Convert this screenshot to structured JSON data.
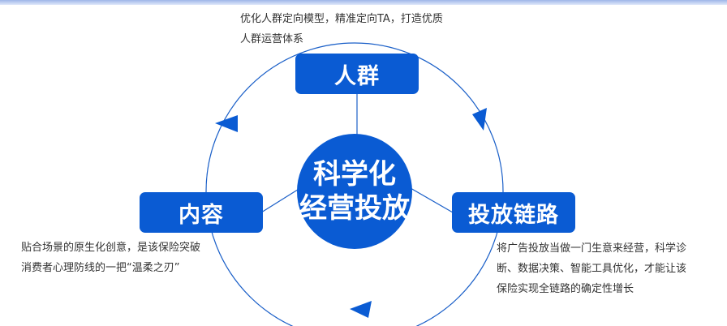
{
  "nodes": {
    "top": {
      "label": "人群",
      "desc_lines": [
        "优化人群定向模型，精准定向TA，打造优质",
        "人群运营体系"
      ]
    },
    "left": {
      "label": "内容",
      "desc_lines": [
        "贴合场景的原生化创意，是该保险突破",
        "消费者心理防线的一把“温柔之刃”"
      ]
    },
    "right": {
      "label": "投放链路",
      "desc_lines": [
        "将广告投放当做一门生意来经营，科学诊",
        "断、数据决策、智能工具优化，才能让该",
        "保险实现全链路的确定性增长"
      ]
    }
  },
  "center": {
    "lines": [
      "科学化",
      "经营投放"
    ]
  },
  "colors": {
    "primary": "#0a5bd3",
    "line": "#1a5fc8",
    "text": "#333333"
  }
}
